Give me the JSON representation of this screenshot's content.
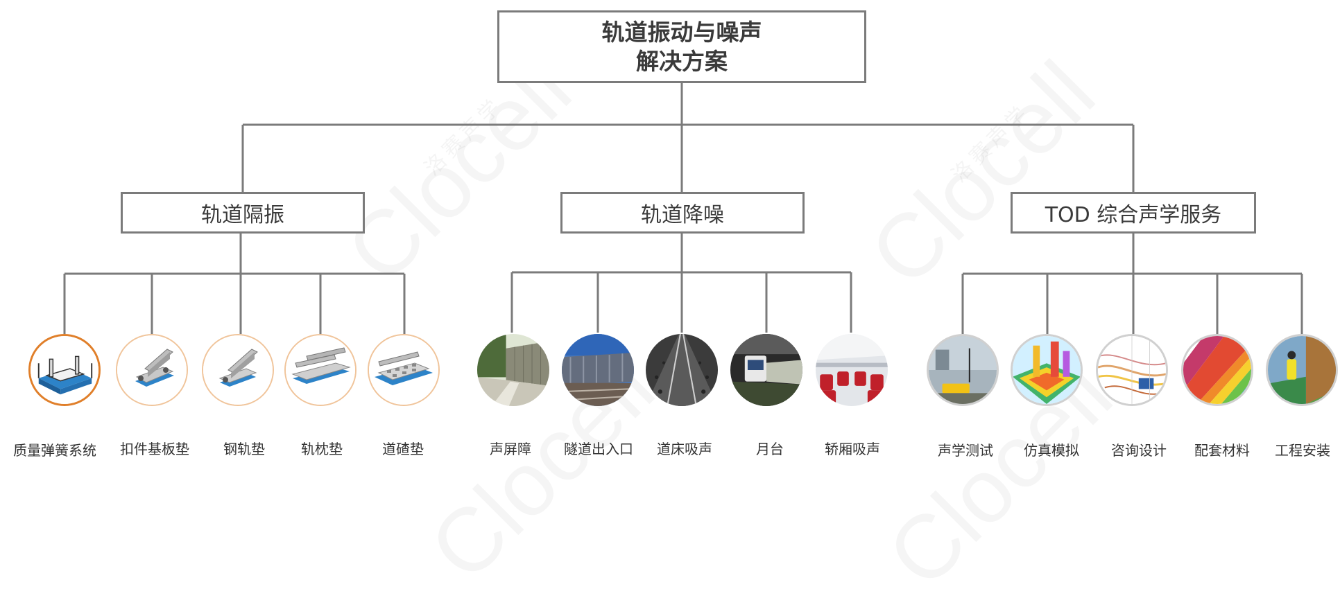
{
  "diagram": {
    "root": {
      "line1": "轨道振动与噪声",
      "line2": "解决方案"
    },
    "categories": [
      {
        "label": "轨道隔振",
        "items": [
          {
            "label": "质量弹簧系统",
            "icon": "mass-spring-system-icon"
          },
          {
            "label": "扣件基板垫",
            "icon": "fastener-baseplate-pad-icon"
          },
          {
            "label": "钢轨垫",
            "icon": "rail-pad-icon"
          },
          {
            "label": "轨枕垫",
            "icon": "sleeper-pad-icon"
          },
          {
            "label": "道碴垫",
            "icon": "ballast-mat-icon"
          }
        ]
      },
      {
        "label": "轨道降噪",
        "items": [
          {
            "label": "声屏障",
            "icon": "sound-barrier-photo"
          },
          {
            "label": "隧道出入口",
            "icon": "tunnel-portal-photo"
          },
          {
            "label": "道床吸声",
            "icon": "trackbed-absorption-photo"
          },
          {
            "label": "月台",
            "icon": "platform-photo"
          },
          {
            "label": "轿厢吸声",
            "icon": "carriage-absorption-photo"
          }
        ]
      },
      {
        "label": "TOD 综合声学服务",
        "items": [
          {
            "label": "声学测试",
            "icon": "acoustic-testing-photo"
          },
          {
            "label": "仿真模拟",
            "icon": "simulation-photo"
          },
          {
            "label": "咨询设计",
            "icon": "consulting-design-photo"
          },
          {
            "label": "配套材料",
            "icon": "supporting-materials-photo"
          },
          {
            "label": "工程安装",
            "icon": "installation-photo"
          }
        ]
      }
    ]
  },
  "colors": {
    "line": "#7b7b7b",
    "accent_orange": "#e07f2a",
    "accent_blue": "#2d83c8"
  }
}
